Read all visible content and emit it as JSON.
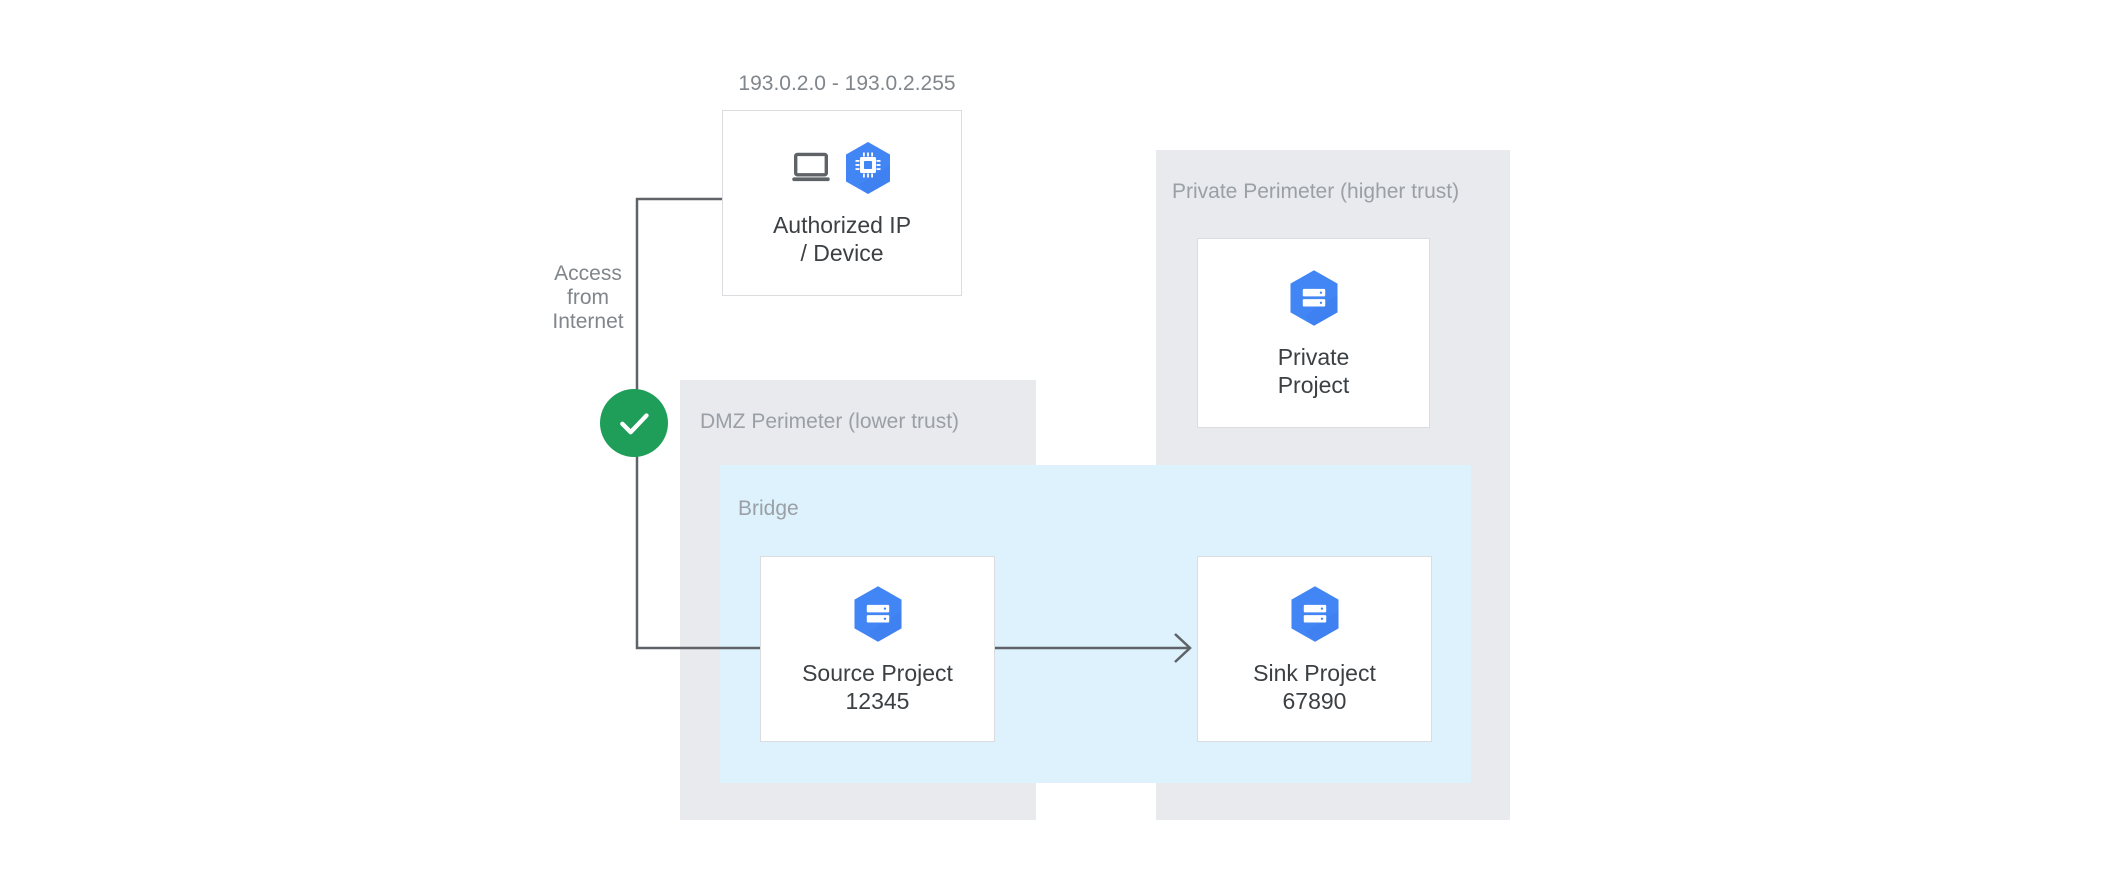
{
  "diagram": {
    "ip_range_caption": "193.0.2.0 - 193.0.2.255",
    "access_label": "Access\nfrom\nInternet",
    "colors": {
      "perimeter_fill": "#e8eaed",
      "bridge_fill": "#ddf2fd",
      "card_border": "#dadce0",
      "card_fill": "#ffffff",
      "icon_blue": "#4285f4",
      "icon_gray": "#5f6368",
      "check_green": "#1e9e59",
      "line_gray": "#5f6368",
      "label_gray": "#9aa0a6",
      "caption_gray": "#80868b",
      "text_dark": "#3c4043"
    },
    "nodes": {
      "authorized_device": {
        "label": "Authorized IP\n/ Device",
        "icons": [
          "laptop-icon",
          "compute-engine-hexagon-icon"
        ]
      },
      "private_project": {
        "label": "Private\nProject",
        "icon": "project-hexagon-icon"
      },
      "source_project": {
        "label": "Source Project\n12345",
        "icon": "project-hexagon-icon"
      },
      "sink_project": {
        "label": "Sink Project\n67890",
        "icon": "project-hexagon-icon"
      }
    },
    "perimeters": {
      "dmz": {
        "label": "DMZ Perimeter (lower trust)"
      },
      "private": {
        "label": "Private Perimeter (higher trust)"
      }
    },
    "bridge": {
      "label": "Bridge"
    },
    "status": {
      "allowed_icon": "check-circle-icon"
    }
  }
}
